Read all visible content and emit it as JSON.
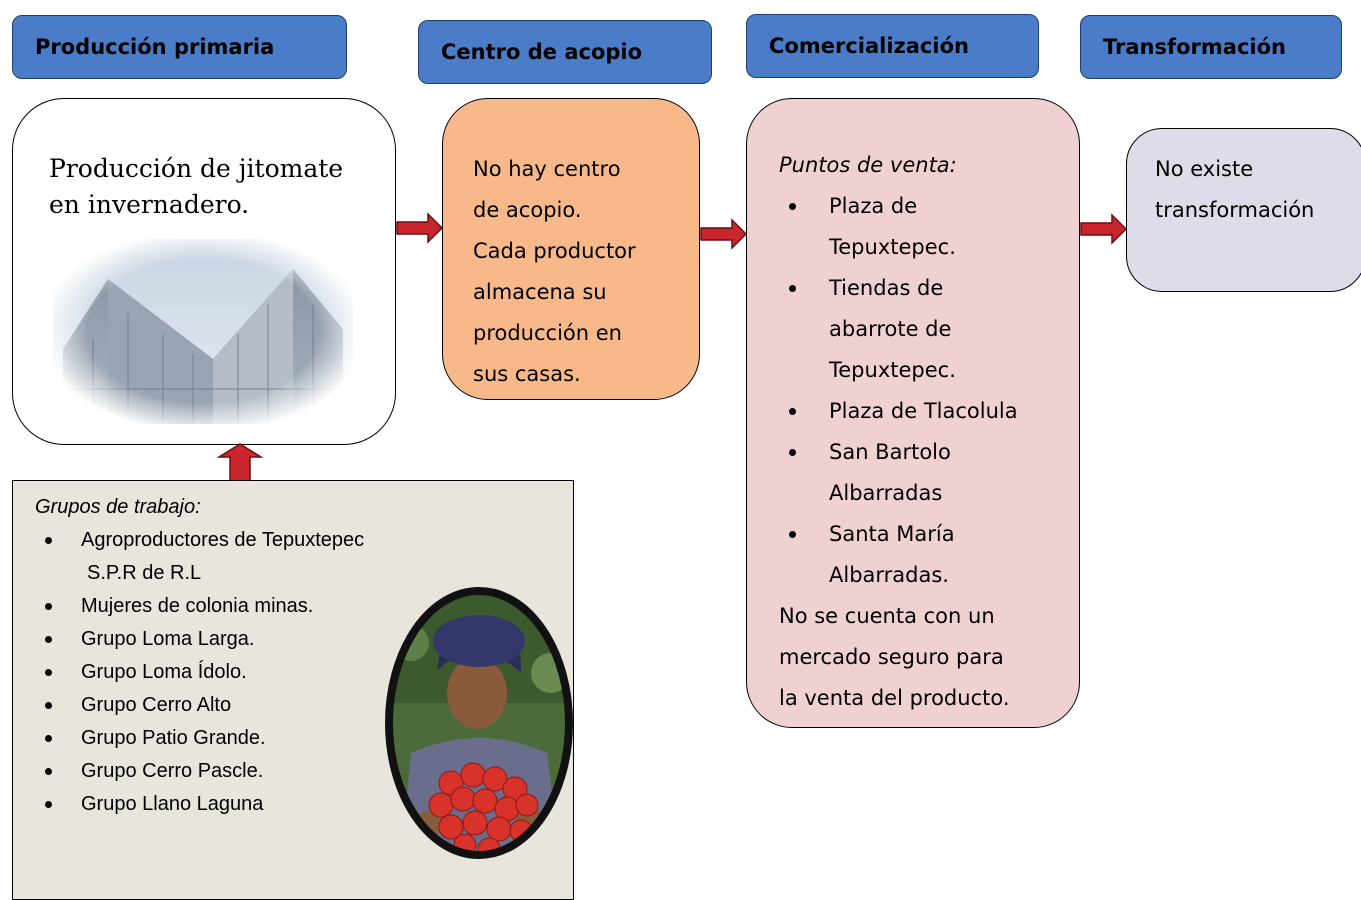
{
  "headers": {
    "primary": "Producción primaria",
    "acopio": "Centro de acopio",
    "comercial": "Comercialización",
    "transform": "Transformación"
  },
  "primary_box": {
    "text_line1": "Producción de jitomate",
    "text_line2": "en invernadero."
  },
  "acopio_box": {
    "lines": [
      "No hay centro",
      "de acopio.",
      "Cada productor",
      "almacena su",
      "producción en",
      "sus casas."
    ]
  },
  "comercial_box": {
    "title": "Puntos de venta:",
    "items": [
      [
        "Plaza de",
        "Tepuxtepec."
      ],
      [
        "Tiendas de",
        "abarrote de",
        "Tepuxtepec."
      ],
      [
        "Plaza de Tlacolula"
      ],
      [
        "San Bartolo",
        "Albarradas"
      ],
      [
        "Santa María",
        "Albarradas."
      ]
    ],
    "footer": [
      "No se cuenta con un",
      "mercado seguro para",
      "la venta del producto."
    ]
  },
  "transform_box": {
    "lines": [
      "No existe",
      "transformación"
    ]
  },
  "groups_box": {
    "title": "Grupos de trabajo:",
    "items": [
      [
        "Agroproductores de Tepuxtepec",
        "S.P.R de R.L"
      ],
      [
        "Mujeres de colonia minas."
      ],
      [
        "Grupo Loma Larga."
      ],
      [
        "Grupo Loma Ídolo."
      ],
      [
        "Grupo Cerro Alto"
      ],
      [
        "Grupo Patio Grande."
      ],
      [
        "Grupo Cerro Pascle."
      ],
      [
        "Grupo Llano Laguna"
      ]
    ]
  },
  "colors": {
    "header_fill": "#4a7cc7",
    "acopio_fill": "#f8b98a",
    "comercial_fill": "#f0d1d1",
    "transform_fill": "#e0dbe9",
    "groups_fill": "#e8e5dc",
    "arrow_red": "#c8262c"
  }
}
